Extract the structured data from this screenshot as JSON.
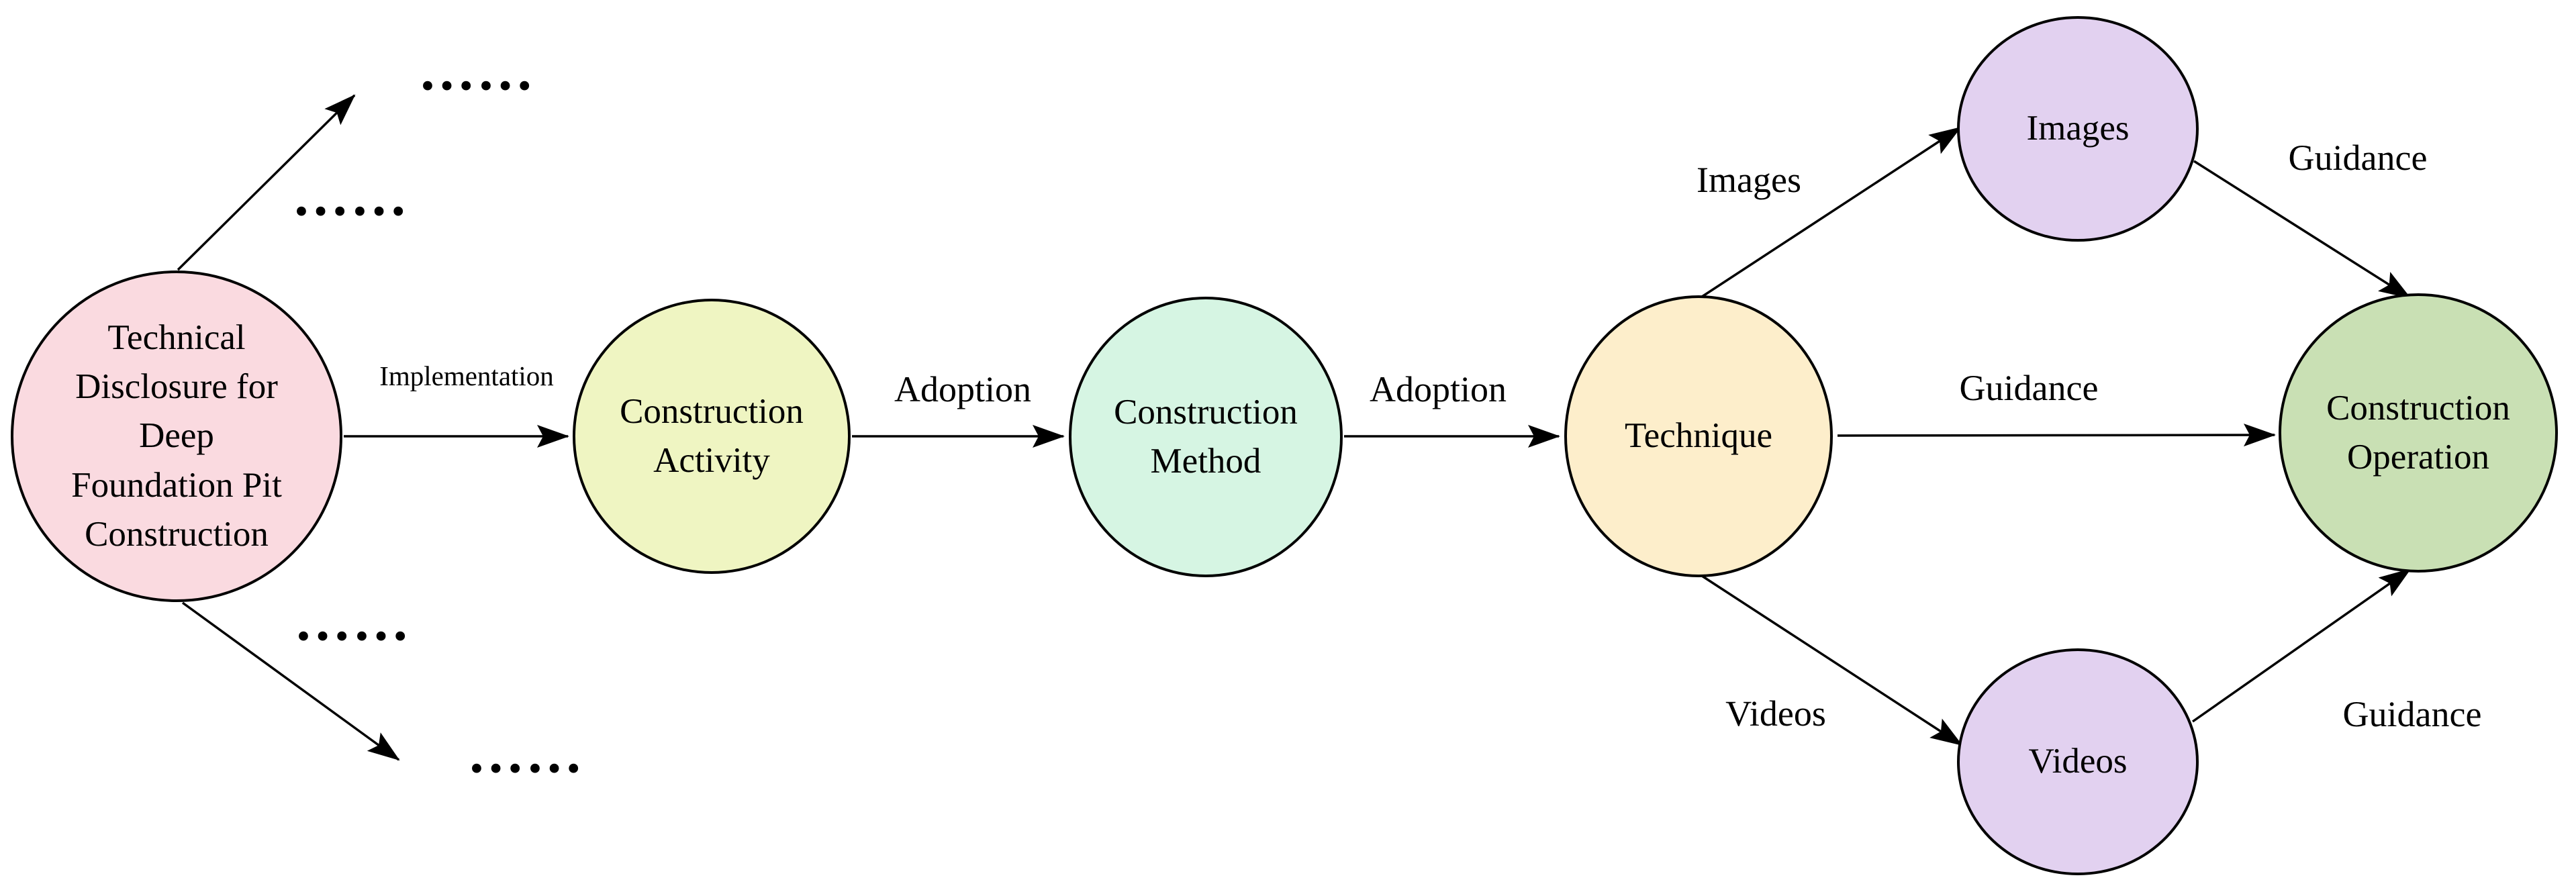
{
  "diagram": {
    "type": "flow-diagram",
    "background_color": "#FFFFFF",
    "line_color": "#000000",
    "text_color": "#000000",
    "nodes": [
      {
        "id": "technical-disclosure",
        "label": "Technical\nDisclosure for\nDeep\nFoundation Pit\nConstruction",
        "fill": "#FADAE0"
      },
      {
        "id": "construction-activity",
        "label": "Construction\nActivity",
        "fill": "#EFF5C2"
      },
      {
        "id": "construction-method",
        "label": "Construction\nMethod",
        "fill": "#D6F5E3"
      },
      {
        "id": "technique",
        "label": "Technique",
        "fill": "#FDEECB"
      },
      {
        "id": "images",
        "label": "Images",
        "fill": "#E2D1F0"
      },
      {
        "id": "videos",
        "label": "Videos",
        "fill": "#E2D1F0"
      },
      {
        "id": "construction-operation",
        "label": "Construction\nOperation",
        "fill": "#C9E0B4"
      }
    ],
    "edges": [
      {
        "from": "technical-disclosure",
        "to": "construction-activity",
        "label": "Implementation"
      },
      {
        "from": "construction-activity",
        "to": "construction-method",
        "label": "Adoption"
      },
      {
        "from": "construction-method",
        "to": "technique",
        "label": "Adoption"
      },
      {
        "from": "technique",
        "to": "images",
        "label": "Images"
      },
      {
        "from": "technique",
        "to": "construction-operation",
        "label": "Guidance"
      },
      {
        "from": "technique",
        "to": "videos",
        "label": "Videos"
      },
      {
        "from": "images",
        "to": "construction-operation",
        "label": "Guidance"
      },
      {
        "from": "videos",
        "to": "construction-operation",
        "label": "Guidance"
      },
      {
        "from": "technical-disclosure",
        "to": "ellipsis-top",
        "label": ""
      },
      {
        "from": "technical-disclosure",
        "to": "ellipsis-bottom",
        "label": ""
      }
    ],
    "ellipses": [
      {
        "id": "ellipsis-top-right",
        "label": "……"
      },
      {
        "id": "ellipsis-top-left",
        "label": "……"
      },
      {
        "id": "ellipsis-bottom-left",
        "label": "……"
      },
      {
        "id": "ellipsis-bottom-right",
        "label": "……"
      }
    ]
  }
}
